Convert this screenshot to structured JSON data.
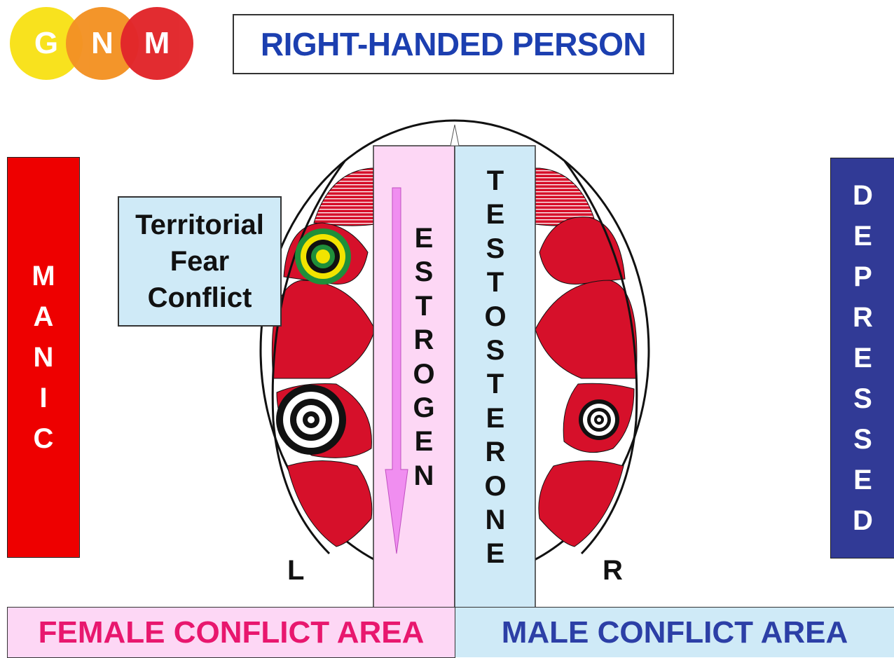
{
  "logo": {
    "letters": [
      "G",
      "N",
      "M"
    ],
    "colors": [
      "#f8e21e",
      "#f39224",
      "#e2262a"
    ]
  },
  "title": "RIGHT-HANDED PERSON",
  "manic": {
    "letters": [
      "M",
      "A",
      "N",
      "I",
      "C"
    ],
    "color": "#ee0000"
  },
  "depressed": {
    "letters": [
      "D",
      "E",
      "P",
      "R",
      "E",
      "S",
      "S",
      "E",
      "D"
    ],
    "color": "#313a96"
  },
  "callout": {
    "lines": [
      "Territorial",
      "Fear",
      "Conflict"
    ]
  },
  "estrogen": {
    "letters": [
      "E",
      "S",
      "T",
      "R",
      "O",
      "G",
      "E",
      "N"
    ],
    "color": "#fdd7f5",
    "arrow_color": "#f08ef0"
  },
  "testosterone": {
    "letters": [
      "T",
      "E",
      "S",
      "T",
      "O",
      "S",
      "T",
      "E",
      "R",
      "O",
      "N",
      "E"
    ],
    "color": "#cfeaf7"
  },
  "hemispheres": {
    "left": "L",
    "right": "R"
  },
  "bottom": {
    "female": "FEMALE CONFLICT AREA",
    "male": "MALE CONFLICT AREA"
  },
  "colors": {
    "brain_red": "#d6102a",
    "target_yellow": "#f2e400",
    "target_green": "#1f8f3a"
  }
}
